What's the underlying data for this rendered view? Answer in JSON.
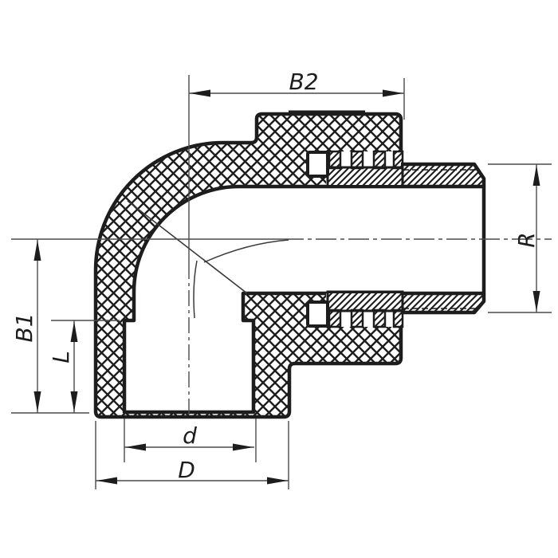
{
  "drawing": {
    "background_color": "#ffffff",
    "outline_color": "#1d1d1d",
    "thin_line_color": "#4a4a4a",
    "dimensions": {
      "b2": "B2",
      "r": "R",
      "b1": "B1",
      "l": "L",
      "d_inner": "d",
      "d_outer": "D"
    }
  }
}
